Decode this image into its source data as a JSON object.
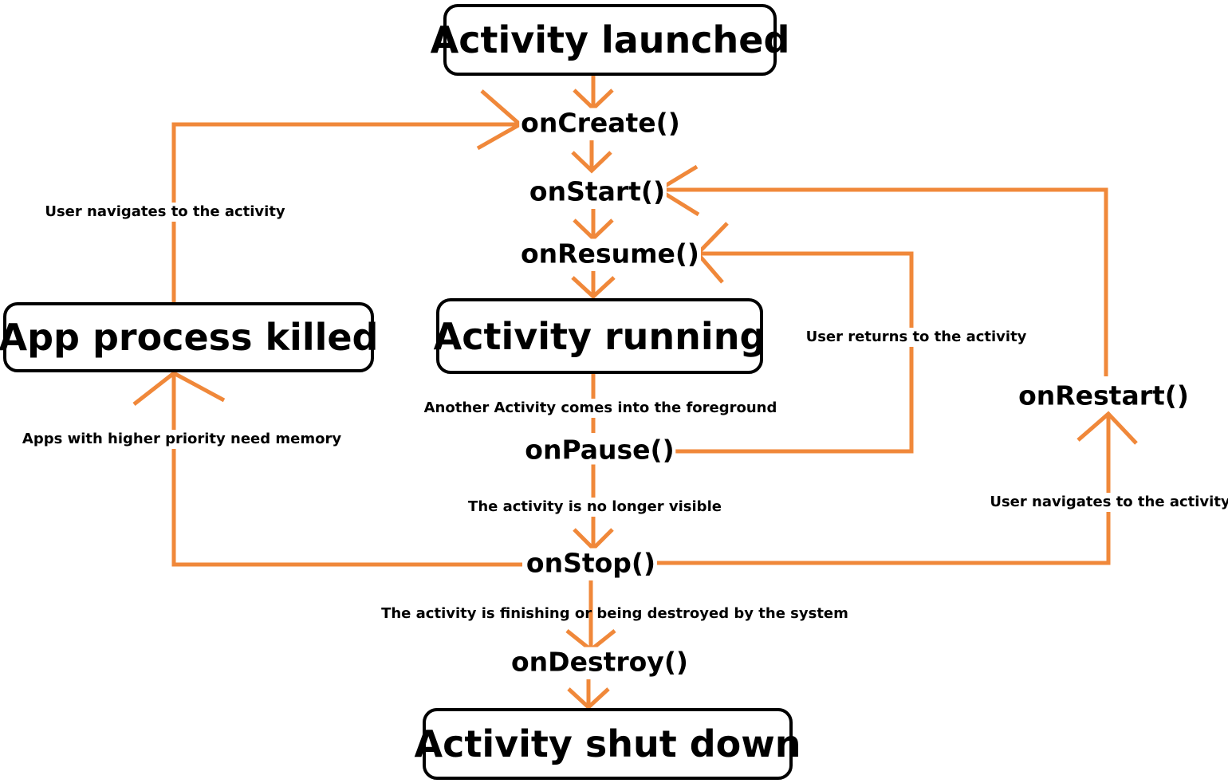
{
  "colors": {
    "arrow": "#f0883a",
    "text": "#000000",
    "box_border": "#000000",
    "background": "#ffffff"
  },
  "states": {
    "launched": "Activity launched",
    "running": "Activity running",
    "killed": "App process killed",
    "shutdown": "Activity shut down"
  },
  "callbacks": {
    "on_create": "onCreate()",
    "on_start": "onStart()",
    "on_resume": "onResume()",
    "on_pause": "onPause()",
    "on_stop": "onStop()",
    "on_destroy": "onDestroy()",
    "on_restart": "onRestart()"
  },
  "transitions": {
    "navigate_back_from_killed": "User navigates to the activity",
    "higher_priority_memory": "Apps with higher priority need memory",
    "another_foreground": "Another Activity comes into the foreground",
    "user_returns": "User returns to the activity",
    "no_longer_visible": "The activity is no longer visible",
    "navigate_restart": "User navigates to the activity",
    "finishing": "The activity is finishing or being destroyed by the system"
  }
}
